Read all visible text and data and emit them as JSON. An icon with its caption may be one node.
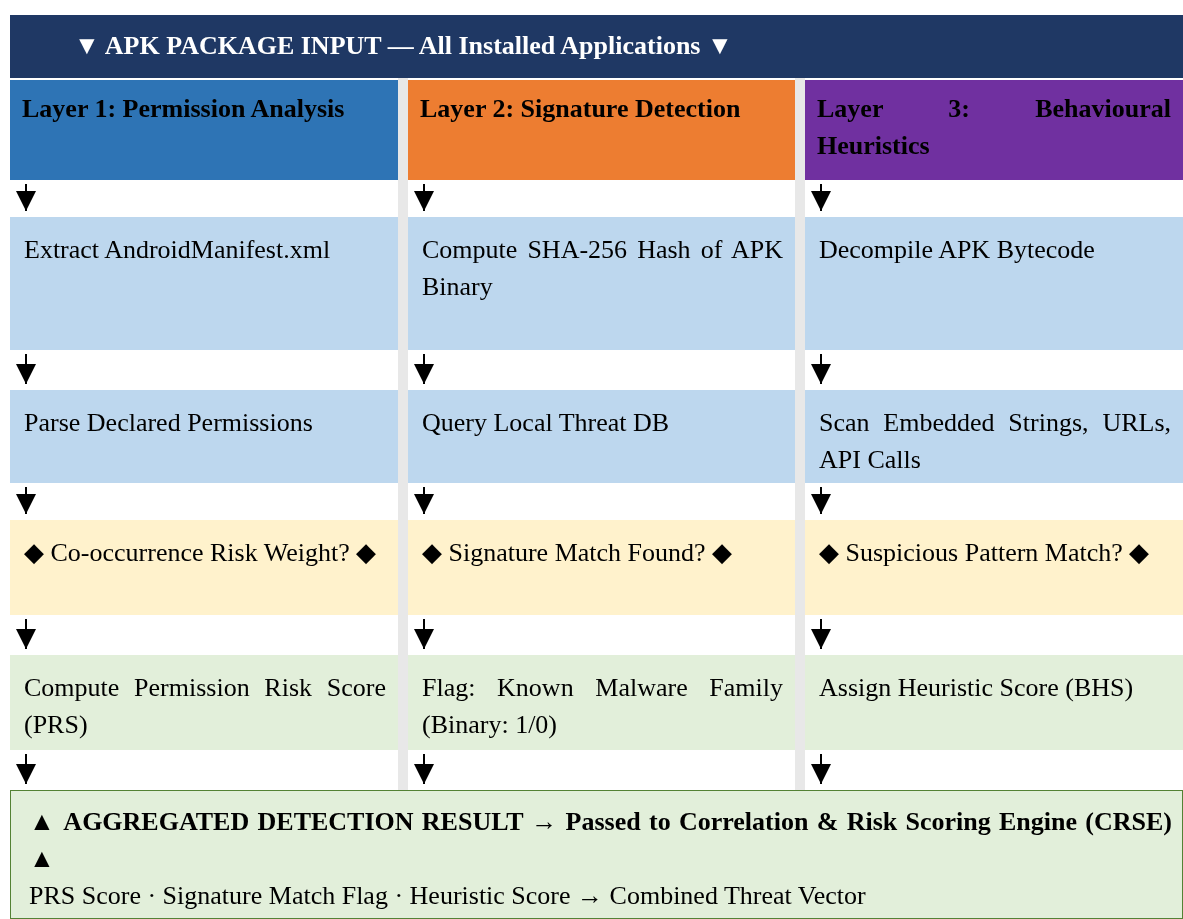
{
  "diagram": {
    "nodes": [
      {
        "text": [
          "▼ APK PACKAGE INPUT — All Installed Applications ▼"
        ]
      },
      {
        "text": [
          "Layer 1: Permission Analysis"
        ]
      },
      {
        "text": [
          "Layer 2: Signature Detection"
        ]
      },
      {
        "text": [
          "Layer 3: Behavioural Heuristics"
        ]
      },
      {
        "text": [
          "Extract AndroidManifest.xml"
        ]
      },
      {
        "text": [
          "Compute SHA-256 Hash of APK Binary"
        ]
      },
      {
        "text": [
          "Decompile APK Bytecode"
        ]
      },
      {
        "text": [
          "Parse Declared Permissions"
        ]
      },
      {
        "text": [
          "Query Local Threat DB"
        ]
      },
      {
        "text": [
          "Scan Embedded Strings, URLs, API Calls"
        ]
      },
      {
        "text": [
          "◆ Co-occurrence Risk Weight? ◆"
        ]
      },
      {
        "text": [
          "◆ Signature Match Found? ◆"
        ]
      },
      {
        "text": [
          "◆ Suspicious Pattern Match? ◆"
        ]
      },
      {
        "text": [
          "Compute Permission Risk Score (PRS)"
        ]
      },
      {
        "text": [
          "Flag: Known Malware Family (Binary: 1/0)"
        ]
      },
      {
        "text": [
          "Assign Heuristic Score (BHS)"
        ]
      },
      {
        "text": [
          "▲ AGGREGATED DETECTION RESULT → Passed to Correlation & Risk Scoring Engine (CRSE) ▲",
          "PRS Score · Signature Match Flag · Heuristic Score → Combined Threat Vector"
        ]
      }
    ],
    "edges": [
      {
        "from": 1,
        "to": 4,
        "arrow": "to"
      },
      {
        "from": 2,
        "to": 5,
        "arrow": "to"
      },
      {
        "from": 3,
        "to": 6,
        "arrow": "to"
      },
      {
        "from": 4,
        "to": 7,
        "arrow": "to"
      },
      {
        "from": 5,
        "to": 8,
        "arrow": "to"
      },
      {
        "from": 6,
        "to": 9,
        "arrow": "to"
      },
      {
        "from": 7,
        "to": 10,
        "arrow": "to"
      },
      {
        "from": 8,
        "to": 11,
        "arrow": "to"
      },
      {
        "from": 9,
        "to": 12,
        "arrow": "to"
      },
      {
        "from": 10,
        "to": 13,
        "arrow": "to"
      },
      {
        "from": 11,
        "to": 14,
        "arrow": "to"
      },
      {
        "from": 12,
        "to": 15,
        "arrow": "to"
      },
      {
        "from": 13,
        "to": 16,
        "arrow": "to"
      },
      {
        "from": 14,
        "to": 16,
        "arrow": "to"
      },
      {
        "from": 15,
        "to": 16,
        "arrow": "to"
      }
    ]
  }
}
